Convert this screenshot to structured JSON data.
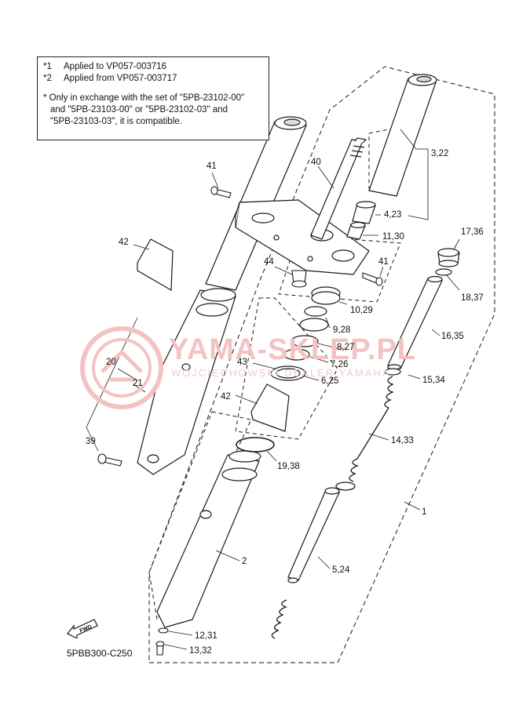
{
  "notes": {
    "line1": {
      "marker": "*1",
      "text": "Applied to VP057-003716"
    },
    "line2": {
      "marker": "*2",
      "text": "Applied from VP057-003717"
    },
    "compat": [
      "* Only in exchange with the set of \"5PB-23102-00\"",
      "and \"5PB-23103-00\" or \"5PB-23102-03\" and",
      "\"5PB-23103-03\", it is compatible."
    ]
  },
  "callouts": [
    {
      "id": "c-41a",
      "text": "41"
    },
    {
      "id": "c-40",
      "text": "40"
    },
    {
      "id": "c-3-22",
      "text": "3,22"
    },
    {
      "id": "c-4-23",
      "text": "4,23"
    },
    {
      "id": "c-11-30",
      "text": "11,30"
    },
    {
      "id": "c-17-36",
      "text": "17,36"
    },
    {
      "id": "c-42a",
      "text": "42"
    },
    {
      "id": "c-44",
      "text": "44"
    },
    {
      "id": "c-41b",
      "text": "41"
    },
    {
      "id": "c-18-37",
      "text": "18,37"
    },
    {
      "id": "c-10-29",
      "text": "10,29"
    },
    {
      "id": "c-9-28",
      "text": "9,28"
    },
    {
      "id": "c-16-35",
      "text": "16,35"
    },
    {
      "id": "c-8-27",
      "text": "8,27"
    },
    {
      "id": "c-20",
      "text": "20"
    },
    {
      "id": "c-7-26",
      "text": "7,26"
    },
    {
      "id": "c-43",
      "text": "43"
    },
    {
      "id": "c-15-34",
      "text": "15,34"
    },
    {
      "id": "c-21",
      "text": "21"
    },
    {
      "id": "c-6-25",
      "text": "6,25"
    },
    {
      "id": "c-42b",
      "text": "42"
    },
    {
      "id": "c-39",
      "text": "39"
    },
    {
      "id": "c-14-33",
      "text": "14,33"
    },
    {
      "id": "c-19-38",
      "text": "19,38"
    },
    {
      "id": "c-1",
      "text": "1"
    },
    {
      "id": "c-2",
      "text": "2"
    },
    {
      "id": "c-5-24",
      "text": "5,24"
    },
    {
      "id": "c-12-31",
      "text": "12,31"
    },
    {
      "id": "c-13-32",
      "text": "13,32"
    }
  ],
  "diagram_code": "5PBB300-C250",
  "fwd_label": "FWD",
  "watermark": {
    "title": "YAMA-SKLEP.PL",
    "subtitle": "WOJCIECHOWSKI DEALER YAMAHA"
  },
  "colors": {
    "line": "#1a1a1a",
    "watermark": "#f3c3c3",
    "fill": "#ffffff",
    "shade": "#d9d9d9"
  }
}
